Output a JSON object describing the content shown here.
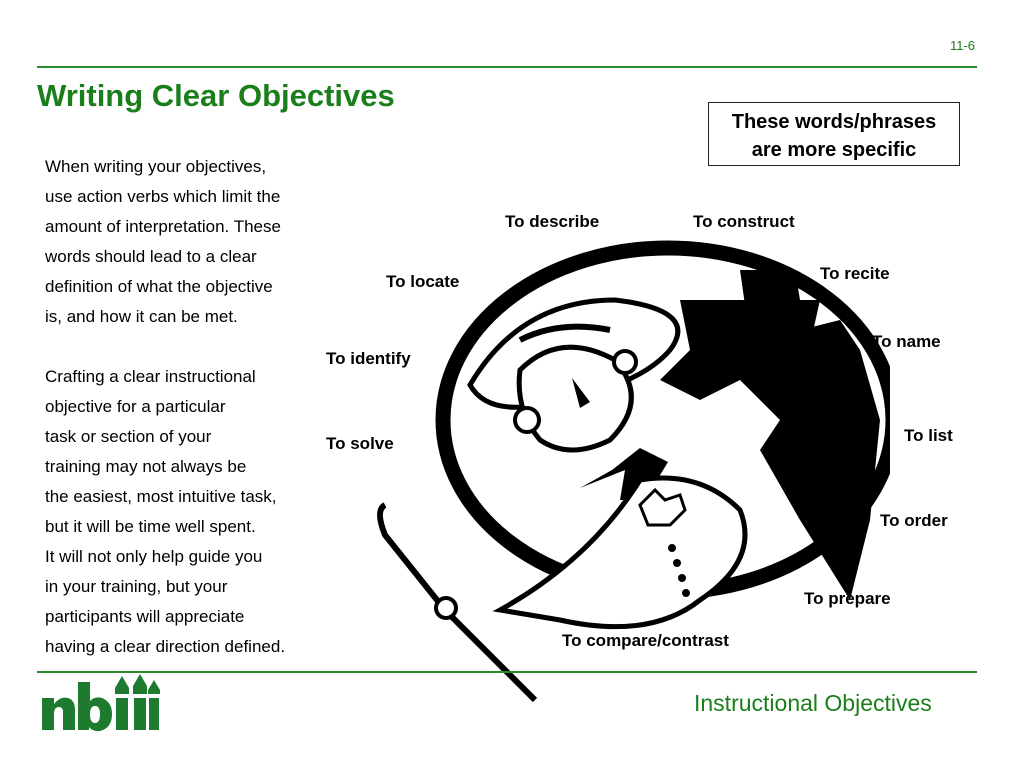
{
  "slide_number": "11-6",
  "title": "Writing Clear Objectives",
  "body": {
    "paragraph1": [
      "When writing your objectives,",
      "use action verbs which limit the",
      "amount of interpretation. These",
      "words should lead to a clear",
      "definition of what the objective",
      "is, and how it can be met."
    ],
    "paragraph2": [
      "Crafting a clear instructional",
      "objective for a particular",
      "task or section of your",
      "training may not always be",
      "the easiest, most intuitive task,",
      "but it will be time well spent.",
      "It will not only help guide you",
      "in your training, but your",
      "participants will appreciate",
      "having a clear direction defined."
    ]
  },
  "callout": {
    "line1": "These words/phrases",
    "line2": "are more specific"
  },
  "verbs": {
    "describe": "To describe",
    "construct": "To construct",
    "recite": "To recite",
    "locate": "To locate",
    "name": "To name",
    "identify": "To identify",
    "list": "To list",
    "solve": "To solve",
    "order": "To order",
    "prepare": "To prepare",
    "compare": "To compare/contrast"
  },
  "footer": "Instructional Objectives",
  "logo_text": "nbii",
  "colors": {
    "accent_green": "#1a7f1a",
    "rule_green": "#2d8a2d",
    "logo_green": "#1e7a2e"
  }
}
